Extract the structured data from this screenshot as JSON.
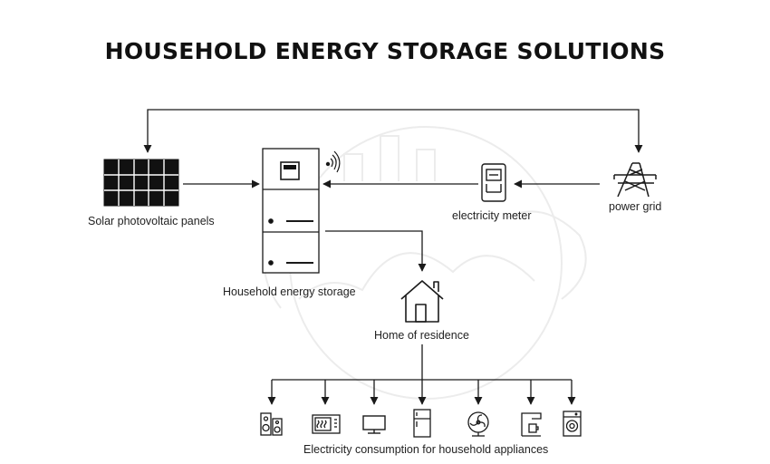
{
  "title": "HOUSEHOLD ENERGY STORAGE SOLUTIONS",
  "nodes": {
    "solar": "Solar photovoltaic panels",
    "storage": "Household energy storage",
    "meter": "electricity meter",
    "grid": "power grid",
    "home": "Home of residence",
    "appliances": "Electricity consumption for household appliances"
  },
  "appliance_icons": [
    "speaker-icon",
    "microwave-icon",
    "television-icon",
    "refrigerator-icon",
    "fan-icon",
    "coffee-maker-icon",
    "washing-machine-icon"
  ],
  "colors": {
    "line": "#1a1a1a",
    "panel": "#111111",
    "background_sketch": "#efefef"
  }
}
